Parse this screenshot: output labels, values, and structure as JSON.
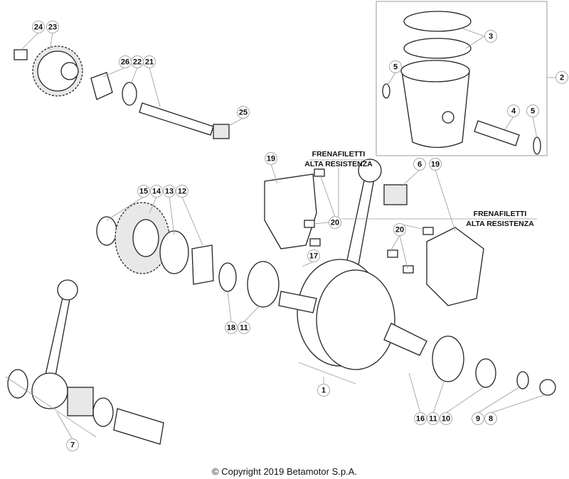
{
  "diagram": {
    "callouts": [
      "24",
      "23",
      "26",
      "22",
      "21",
      "25",
      "3",
      "5",
      "2",
      "4",
      "5",
      "19",
      "6",
      "19",
      "15",
      "14",
      "13",
      "12",
      "20",
      "20",
      "17",
      "18",
      "11",
      "1",
      "7",
      "16",
      "11",
      "10",
      "9",
      "8"
    ],
    "notes": [
      {
        "line1": "FRENAFILETTI",
        "line2": "ALTA RESISTENZA"
      },
      {
        "line1": "FRENAFILETTI",
        "line2": "ALTA RESISTENZA"
      }
    ]
  },
  "footer": {
    "copyright": "© Copyright 2019 Betamotor S.p.A."
  }
}
